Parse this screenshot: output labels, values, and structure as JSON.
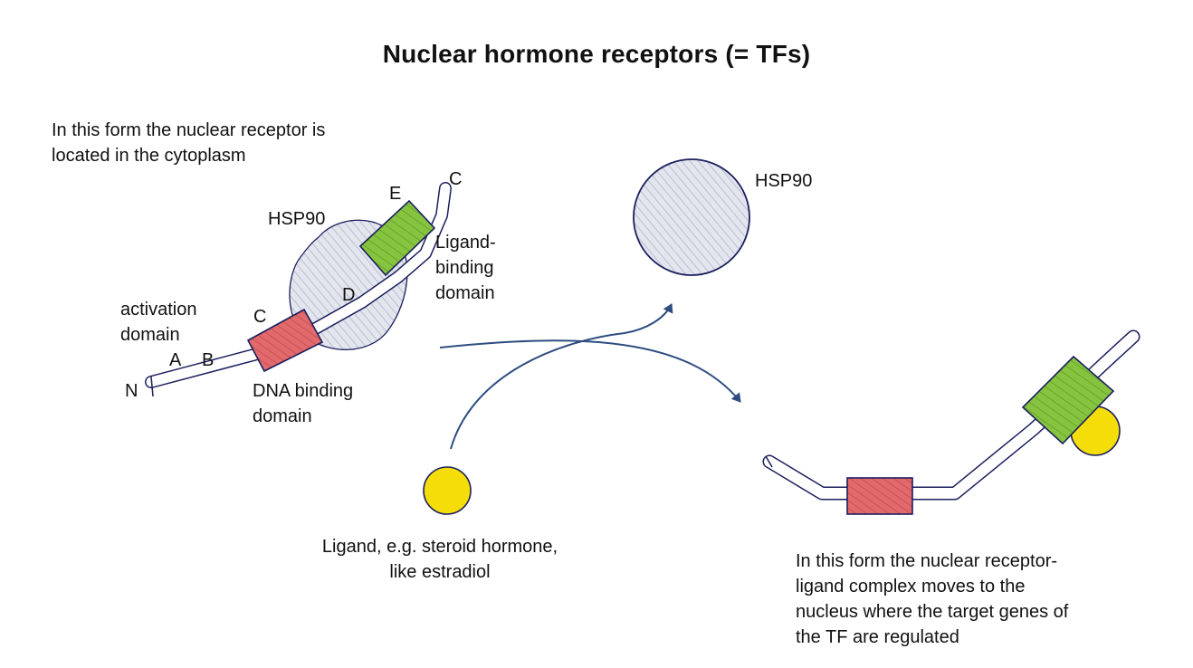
{
  "title": "Nuclear hormone receptors (= TFs)",
  "cytoplasm_note": {
    "line1": "In this form the nuclear receptor is",
    "line2": "located in the cytoplasm"
  },
  "receptor_labels": {
    "n_terminus": "N",
    "c_terminus": "C",
    "region_a": "A",
    "region_b": "B",
    "region_c": "C",
    "region_d": "D",
    "region_e": "E",
    "activation_domain_line1": "activation",
    "activation_domain_line2": "domain",
    "dna_binding_line1": "DNA binding",
    "dna_binding_line2": "domain",
    "ligand_binding_line1": "Ligand-",
    "ligand_binding_line2": "binding",
    "ligand_binding_line3": "domain",
    "hsp90_bound": "HSP90"
  },
  "released_hsp90": "HSP90",
  "ligand": {
    "line1": "Ligand, e.g. steroid hormone,",
    "line2": "like estradiol"
  },
  "nucleus_note": {
    "line1": "In this form the nuclear receptor-",
    "line2": "ligand complex moves to the",
    "line3": "nucleus where the target genes of",
    "line4": "the TF are regulated"
  },
  "colors": {
    "outline": "#1b1f5e",
    "hsp90_fill": "#d9dce6",
    "ligand_binding": "#86c440",
    "dna_binding": "#e2686a",
    "ligand": "#f5dd0a",
    "arrow": "#2f4d80"
  }
}
